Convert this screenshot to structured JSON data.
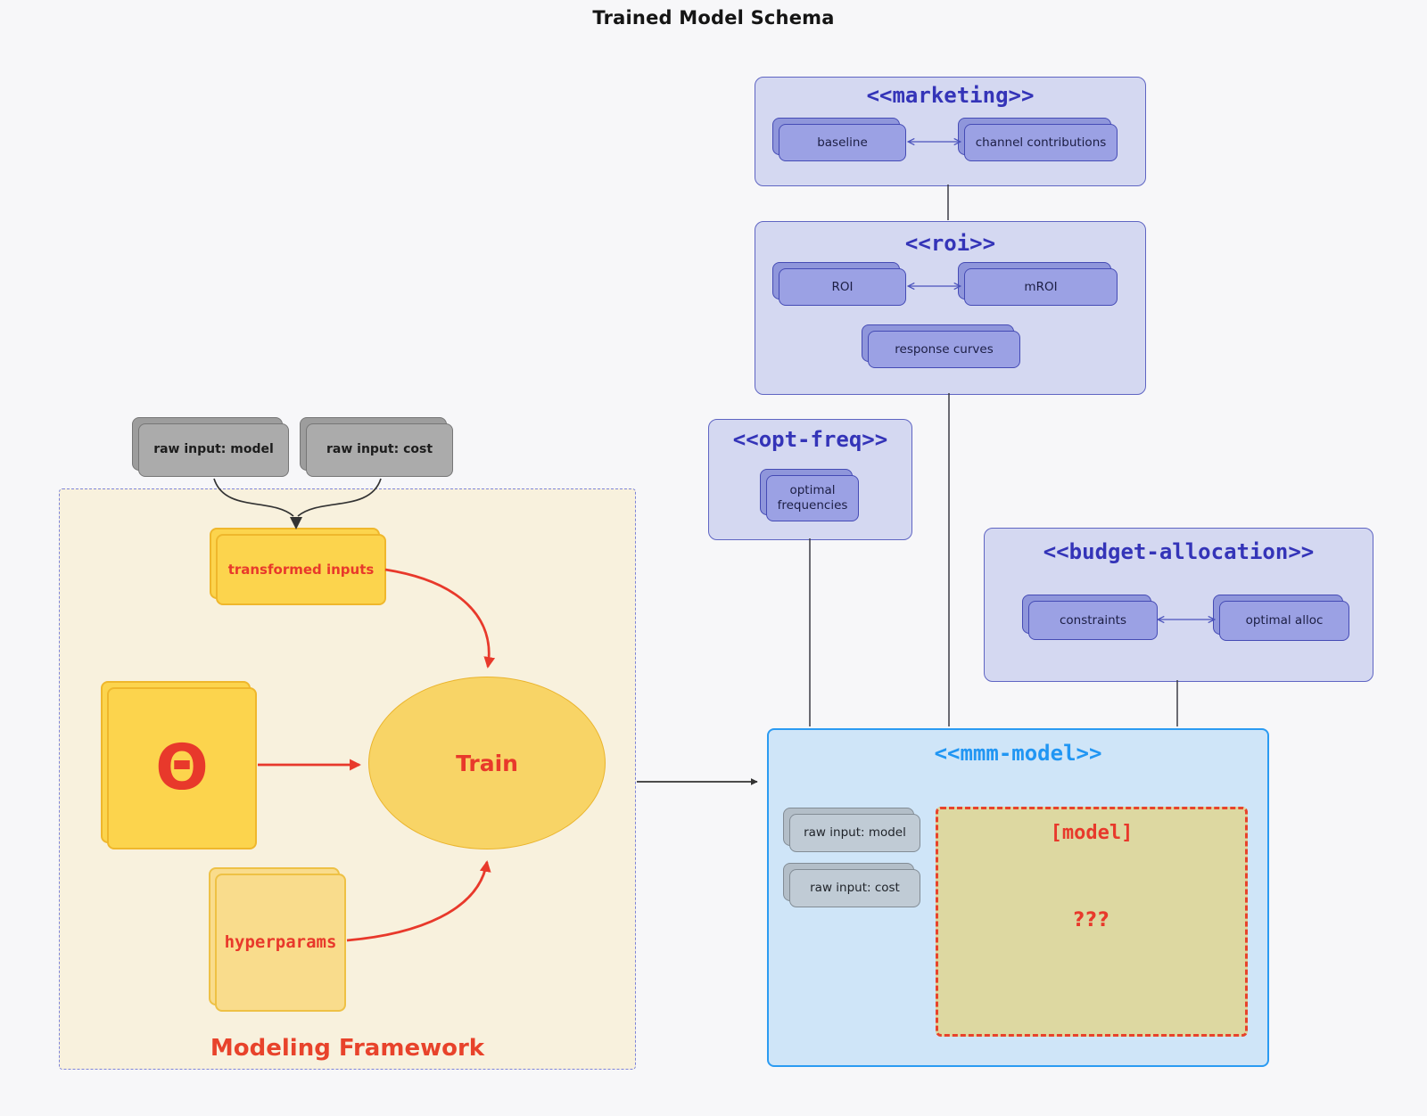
{
  "title": "Trained Model Schema",
  "colors": {
    "background": "#f7f7f9",
    "purple_container_bg": "#d4d8f1",
    "purple_container_border": "#5f65c3",
    "purple_title": "#3434b8",
    "purple_node_bg": "#9ba1e4",
    "purple_node_border": "#454bb5",
    "gray_node_bg": "#ababab",
    "framework_bg": "#f8f1dd",
    "framework_border": "#7d84d9",
    "yellow_node_bg": "#fcd44d",
    "accent_red": "#e8392b",
    "mmm_bg": "#cfe5f8",
    "mmm_border": "#2b9bf2",
    "mmm_title_color": "#2196f3",
    "model_box_bg": "#ddd8a1",
    "connector_dark": "#3c3c46"
  },
  "marketing": {
    "title": "<<marketing>>",
    "nodes": [
      "baseline",
      "channel contributions"
    ]
  },
  "roi": {
    "title": "<<roi>>",
    "nodes": [
      "ROI",
      "mROI",
      "response curves"
    ]
  },
  "opt_freq": {
    "title": "<<opt-freq>>",
    "nodes": [
      "optimal frequencies"
    ]
  },
  "budget_allocation": {
    "title": "<<budget-allocation>>",
    "nodes": [
      "constraints",
      "optimal alloc"
    ]
  },
  "raw_inputs": {
    "model": "raw input: model",
    "cost": "raw input: cost"
  },
  "framework": {
    "label": "Modeling Framework",
    "transformed_inputs": "transformed inputs",
    "theta": "Θ",
    "train": "Train",
    "hyperparams": "hyperparams"
  },
  "mmm_model": {
    "title": "<<mmm-model>>",
    "raw_model": "raw input: model",
    "raw_cost": "raw input: cost",
    "model_label": "[model]",
    "model_placeholder": "???"
  }
}
